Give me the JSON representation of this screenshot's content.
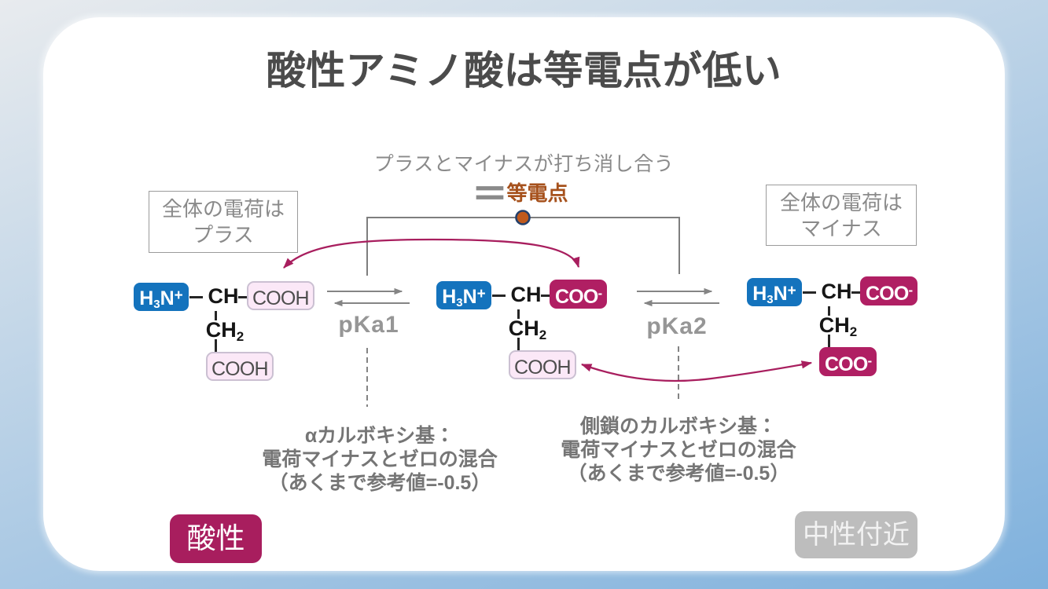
{
  "title": "酸性アミノ酸は等電点が低い",
  "annotation": {
    "cancel_text": "プラスとマイナスが打ち消し合う",
    "equals_sign": "＝",
    "isoelectric_point": "等電点"
  },
  "charge_boxes": {
    "left": {
      "line1": "全体の電荷は",
      "line2": "プラス"
    },
    "right": {
      "line1": "全体の電荷は",
      "line2": "マイナス"
    }
  },
  "equilibria": [
    {
      "label": "pKa1"
    },
    {
      "label": "pKa2"
    }
  ],
  "structures": [
    {
      "amino_base": "H",
      "amino_sub": "3",
      "amino_n": "N",
      "amino_charge": "+",
      "alpha_carbon": "CH",
      "top_group": "COOH",
      "top_charge": "",
      "methylene_base": "CH",
      "methylene_sub": "2",
      "side_group": "COOH",
      "side_charge": ""
    },
    {
      "amino_base": "H",
      "amino_sub": "3",
      "amino_n": "N",
      "amino_charge": "+",
      "alpha_carbon": "CH",
      "top_group": "COO",
      "top_charge": "-",
      "methylene_base": "CH",
      "methylene_sub": "2",
      "side_group": "COOH",
      "side_charge": ""
    },
    {
      "amino_base": "H",
      "amino_sub": "3",
      "amino_n": "N",
      "amino_charge": "+",
      "alpha_carbon": "CH",
      "top_group": "COO",
      "top_charge": "-",
      "methylene_base": "CH",
      "methylene_sub": "2",
      "side_group": "COO",
      "side_charge": "-"
    }
  ],
  "captions": {
    "left": [
      "αカルボキシ基：",
      "電荷マイナスとゼロの混合",
      "（あくまで参考値=-0.5）"
    ],
    "right": [
      "側鎖のカルボキシ基：",
      "電荷マイナスとゼロの混合",
      "（あくまで参考値=-0.5）"
    ]
  },
  "badges": {
    "acidic": "酸性",
    "neutral": "中性付近"
  },
  "colors": {
    "bg-light": "#e8ebee",
    "bg-blue": "#7fb1dd",
    "title-gray": "#4b4b4b",
    "mid-gray": "#8a8a8a",
    "brown": "#a6511c",
    "blue": "#1473bd",
    "magenta": "#b01f63",
    "magenta-dark": "#a81e5e",
    "pink-fill": "#fbe8f7",
    "pink-border": "#cbc0d2",
    "orange": "#c05a1d"
  }
}
